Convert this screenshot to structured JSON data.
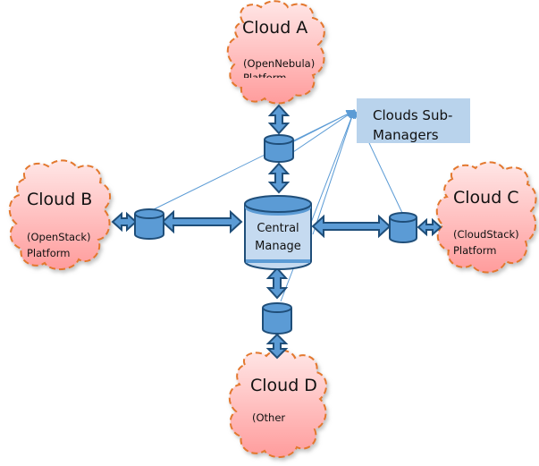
{
  "diagram": {
    "clouds": [
      {
        "id": "a",
        "title": "Cloud A",
        "lines": [
          "(OpenNebula)",
          "Platform"
        ]
      },
      {
        "id": "b",
        "title": "Cloud B",
        "lines": [
          "(OpenStack)",
          "Platform"
        ]
      },
      {
        "id": "c",
        "title": "Cloud C",
        "lines": [
          "(CloudStack)",
          "Platform"
        ]
      },
      {
        "id": "d",
        "title": "Cloud D",
        "lines": [
          "(Other",
          ""
        ]
      }
    ],
    "central": {
      "lines": [
        "Central",
        "Manage"
      ]
    },
    "sub_managers_label": {
      "line1": "Clouds Sub-",
      "line2": "Managers"
    },
    "colors": {
      "cloud_fill_top": "#ffe8e8",
      "cloud_fill_bottom": "#ff9a9a",
      "cloud_stroke": "#e3782e",
      "db_fill": "#5b9bd5",
      "db_stroke": "#1f4e79",
      "central_fill": "#c5daf0",
      "arrow_fill": "#5b9bd5",
      "arrow_stroke": "#1f4e79",
      "connector_line": "#5b9bd5",
      "label_box": "#b9d3ec"
    }
  }
}
